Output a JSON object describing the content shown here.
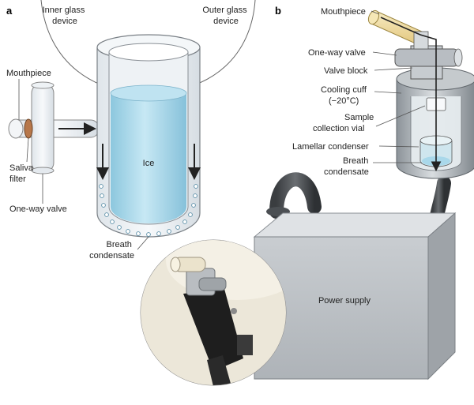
{
  "panel_a": {
    "letter": "a",
    "labels": {
      "inner_glass_device": [
        "Inner glass",
        "device"
      ],
      "outer_glass_device": [
        "Outer glass",
        "device"
      ],
      "mouthpiece": "Mouthpiece",
      "saliva_filter": [
        "Saliva",
        "filter"
      ],
      "one_way_valve": "One-way valve",
      "ice": "Ice",
      "breath_condensate": [
        "Breath",
        "condensate"
      ]
    }
  },
  "panel_b": {
    "letter": "b",
    "labels": {
      "mouthpiece": "Mouthpiece",
      "one_way_valve": "One-way valve",
      "valve_block": "Valve block",
      "cooling_cuff": [
        "Cooling cuff",
        "(−20°C)"
      ],
      "sample_collection_vial": [
        "Sample",
        "collection vial"
      ],
      "lamellar_condenser": "Lamellar condenser",
      "breath_condensate": [
        "Breath",
        "condensate"
      ],
      "power_supply": "Power supply"
    }
  },
  "colors": {
    "ice_blue": "#a9d8ea",
    "glass_gray": "#c9ced3",
    "device_gray": "#9aa0a6",
    "mouthpiece_yellow": "#f0dca0",
    "filter_brown": "#b7774a",
    "photo_bg": "#ece7d9"
  }
}
